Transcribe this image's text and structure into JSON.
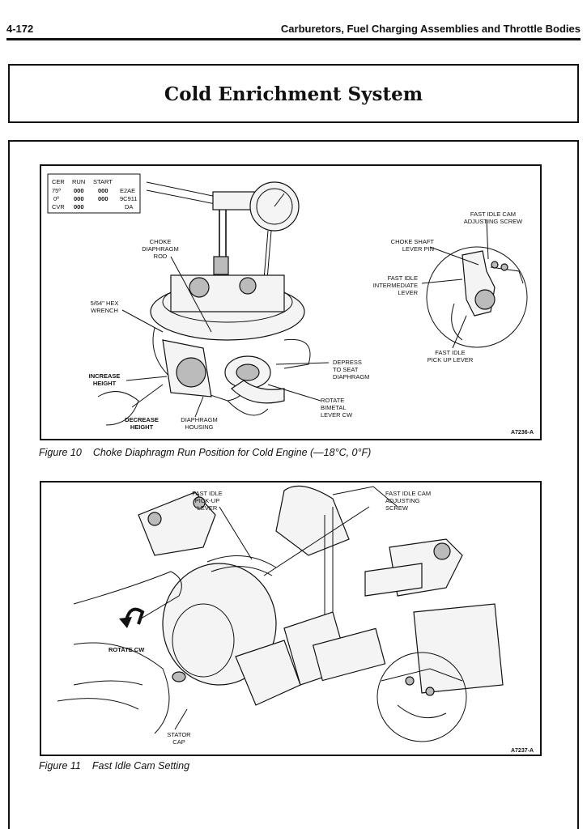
{
  "header": {
    "page_number": "4-172",
    "section_title": "Carburetors, Fuel Charging Assemblies and Throttle Bodies"
  },
  "title": "Cold Enrichment System",
  "figure10": {
    "calibration_table": {
      "headers": [
        "CER",
        "RUN",
        "START"
      ],
      "rows": [
        [
          "75º",
          "000",
          "000",
          "E2AE"
        ],
        [
          "0º",
          "000",
          "000",
          "9C911"
        ],
        [
          "CVR",
          "000",
          "",
          "DA"
        ]
      ]
    },
    "labels": {
      "choke_rod_1": "CHOKE",
      "choke_rod_2": "DIAPHRAGM",
      "choke_rod_3": "ROD",
      "hex_1": "5/64\" HEX",
      "hex_2": "WRENCH",
      "increase_1": "INCREASE",
      "increase_2": "HEIGHT",
      "decrease_1": "DECREASE",
      "decrease_2": "HEIGHT",
      "housing_1": "DIAPHRAGM",
      "housing_2": "HOUSING",
      "depress_1": "DEPRESS",
      "depress_2": "TO SEAT",
      "depress_3": "DIAPHRAGM",
      "rotate_1": "ROTATE",
      "rotate_2": "BIMETAL",
      "rotate_3": "LEVER CW",
      "cam_screw_1": "FAST IDLE CAM",
      "cam_screw_2": "ADJUSTING SCREW",
      "shaft_pin_1": "CHOKE SHAFT",
      "shaft_pin_2": "LEVER PIN",
      "intermediate_1": "FAST IDLE",
      "intermediate_2": "INTERMEDIATE",
      "intermediate_3": "LEVER",
      "pickup_1": "FAST IDLE",
      "pickup_2": "PICK UP LEVER"
    },
    "reference": "A7236-A",
    "caption_number": "Figure 10",
    "caption_text": "Choke Diaphragm Run Position for Cold Engine (—18°C, 0°F)"
  },
  "figure11": {
    "labels": {
      "pickup_1": "FAST IDLE",
      "pickup_2": "PICK-UP",
      "pickup_3": "LEVER",
      "cam_1": "FAST IDLE CAM",
      "cam_2": "ADJUSTING",
      "cam_3": "SCREW",
      "rotate": "ROTATE CW",
      "stator_1": "STATOR",
      "stator_2": "CAP"
    },
    "reference": "A7237-A",
    "caption_number": "Figure 11",
    "caption_text": "Fast Idle Cam Setting"
  }
}
